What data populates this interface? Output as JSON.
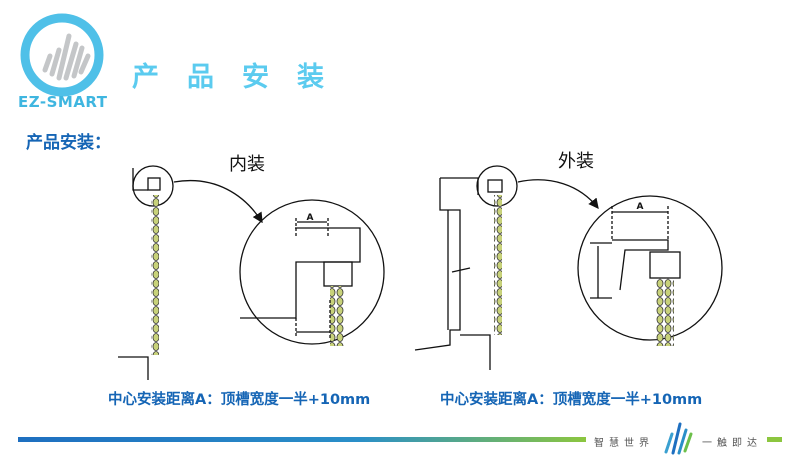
{
  "header": {
    "brand": "EZ-SMART",
    "title": "产品安装"
  },
  "section_title": "产品安装：",
  "diagrams": [
    {
      "label": "内装",
      "caption": "中心安装距离A：顶槽宽度一半+10mm",
      "dimension": "A"
    },
    {
      "label": "外装",
      "caption": "中心安装距离A：顶槽宽度一半+10mm",
      "dimension": "A"
    }
  ],
  "footer": {
    "slogan_left": "智慧世界",
    "slogan_right": "一触即达"
  },
  "colors": {
    "accent": "#5bcbef",
    "caption": "#1565b5",
    "chain": "#c8d27a",
    "bar_start": "#1e6fc0",
    "bar_end": "#8cc63f"
  }
}
